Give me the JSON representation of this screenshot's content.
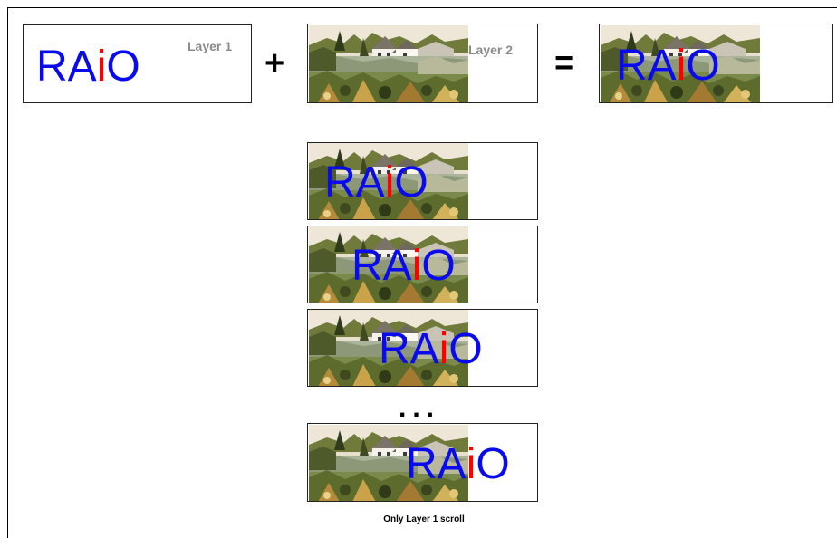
{
  "logo": {
    "r": "R",
    "a": "A",
    "i": "i",
    "o": "O"
  },
  "labels": {
    "layer1": "Layer 1",
    "layer2": "Layer 2"
  },
  "operators": {
    "plus": "+",
    "equals": "="
  },
  "ellipsis": "...",
  "caption": "Only Layer 1 scroll",
  "colors": {
    "logo_blue": "#0a0aee",
    "logo_red": "#ff0000",
    "label_gray": "#8a8a8a"
  },
  "picture": "village-house-by-pond-photo"
}
